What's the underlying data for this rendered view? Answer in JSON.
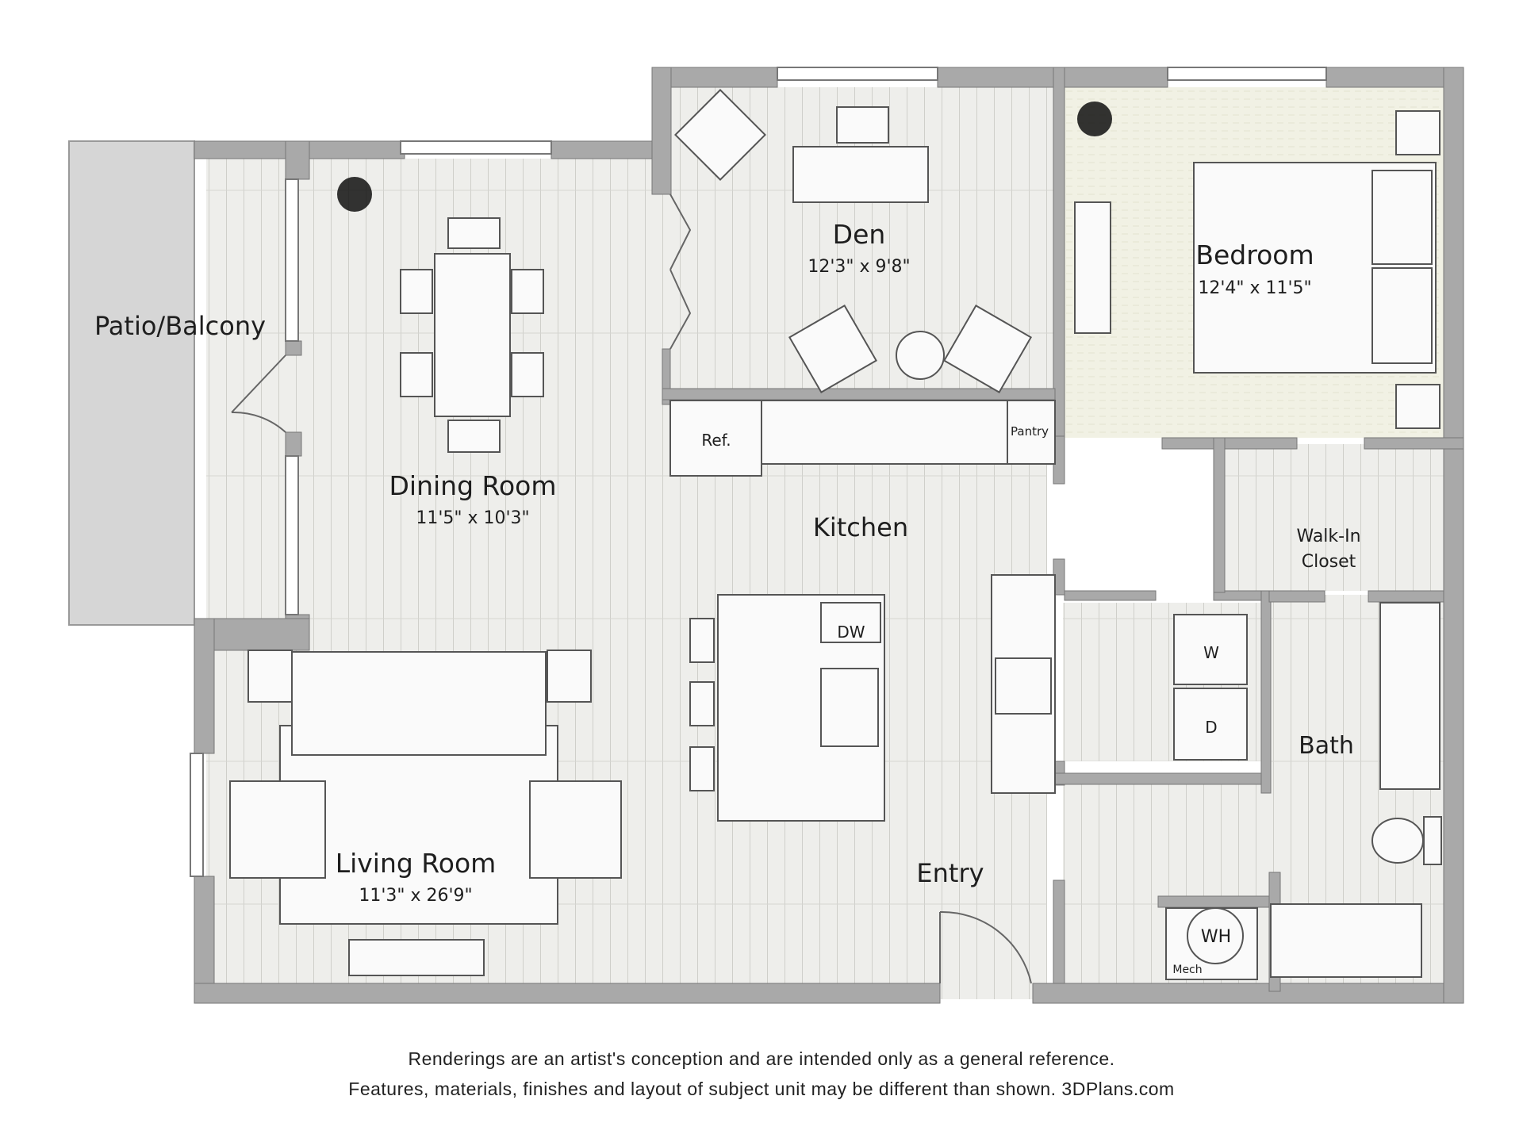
{
  "rooms": {
    "patio": {
      "name": "Patio/Balcony"
    },
    "dining": {
      "name": "Dining Room",
      "dims": "11'5\" x 10'3\""
    },
    "den": {
      "name": "Den",
      "dims": "12'3\" x 9'8\""
    },
    "bedroom": {
      "name": "Bedroom",
      "dims": "12'4\" x 11'5\""
    },
    "kitchen": {
      "name": "Kitchen"
    },
    "living": {
      "name": "Living Room",
      "dims": "11'3\" x 26'9\""
    },
    "entry": {
      "name": "Entry"
    },
    "closet": {
      "name_line1": "Walk-In",
      "name_line2": "Closet"
    },
    "bath": {
      "name": "Bath"
    }
  },
  "fixtures": {
    "ref": "Ref.",
    "pantry": "Pantry",
    "dw": "DW",
    "washer": "W",
    "dryer": "D",
    "water_heater": "WH",
    "mech": "Mech"
  },
  "disclaimer": {
    "line1": "Renderings are an artist's conception and are intended only as a general reference.",
    "line2": "Features, materials, finishes and layout of subject unit may be different than shown. 3DPlans.com"
  },
  "colors": {
    "wall": "#a9a9a9",
    "floor": "#eeeeeb",
    "plank_line": "#cfcfca",
    "patio": "#d6d6d6",
    "carpet": "#f1f1e4",
    "furniture_stroke": "#555555"
  }
}
